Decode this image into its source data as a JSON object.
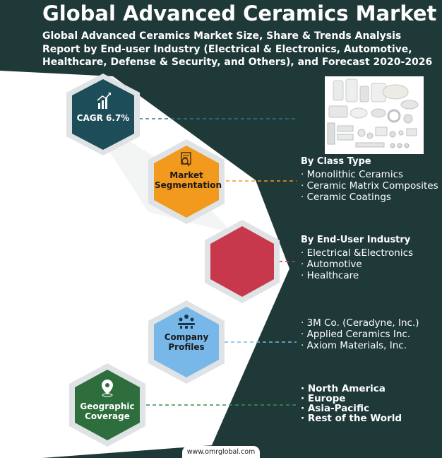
{
  "header": {
    "title": "Global Advanced Ceramics Market",
    "subtitle": "Global Advanced Ceramics Market Size, Share & Trends Analysis Report by End-user Industry (Electrical & Electronics, Automotive, Healthcare, Defense & Security, and Others), and Forecast 2020-2026"
  },
  "hexagons": {
    "cagr": {
      "label": "CAGR 6.7%",
      "color": "#1d4d58",
      "icon": "growth-chart-icon"
    },
    "segmentation": {
      "label_line1": "Market",
      "label_line2": "Segmentation",
      "color": "#f29a1e",
      "icon": "report-search-icon"
    },
    "end_user": {
      "color": "#c8384c"
    },
    "profiles": {
      "label_line1": "Company",
      "label_line2": "Profiles",
      "color": "#78b8e8",
      "icon": "organization-icon"
    },
    "geography": {
      "label_line1": "Geographic",
      "label_line2": "Coverage",
      "color": "#2e6e3c",
      "icon": "location-pin-icon"
    }
  },
  "class_type": {
    "heading": "By Class Type",
    "items": [
      "Monolithic Ceramics",
      "Ceramic Matrix Composites",
      "Ceramic Coatings"
    ]
  },
  "end_user_industry": {
    "heading": "By End-User Industry",
    "items": [
      "Electrical &Electronics",
      "Automotive",
      "Healthcare"
    ]
  },
  "company_profiles": {
    "items": [
      "3M Co. (Ceradyne, Inc.)",
      "Applied Ceramics Inc.",
      "Axiom Materials, Inc."
    ]
  },
  "geographic_coverage": {
    "items": [
      "North America",
      "Europe",
      "Asia-Pacific",
      "Rest of the World"
    ]
  },
  "footer": {
    "website": "www.omrglobal.com"
  },
  "colors": {
    "background": "#1f3838",
    "white_band": "#ffffff",
    "text": "#ffffff"
  }
}
